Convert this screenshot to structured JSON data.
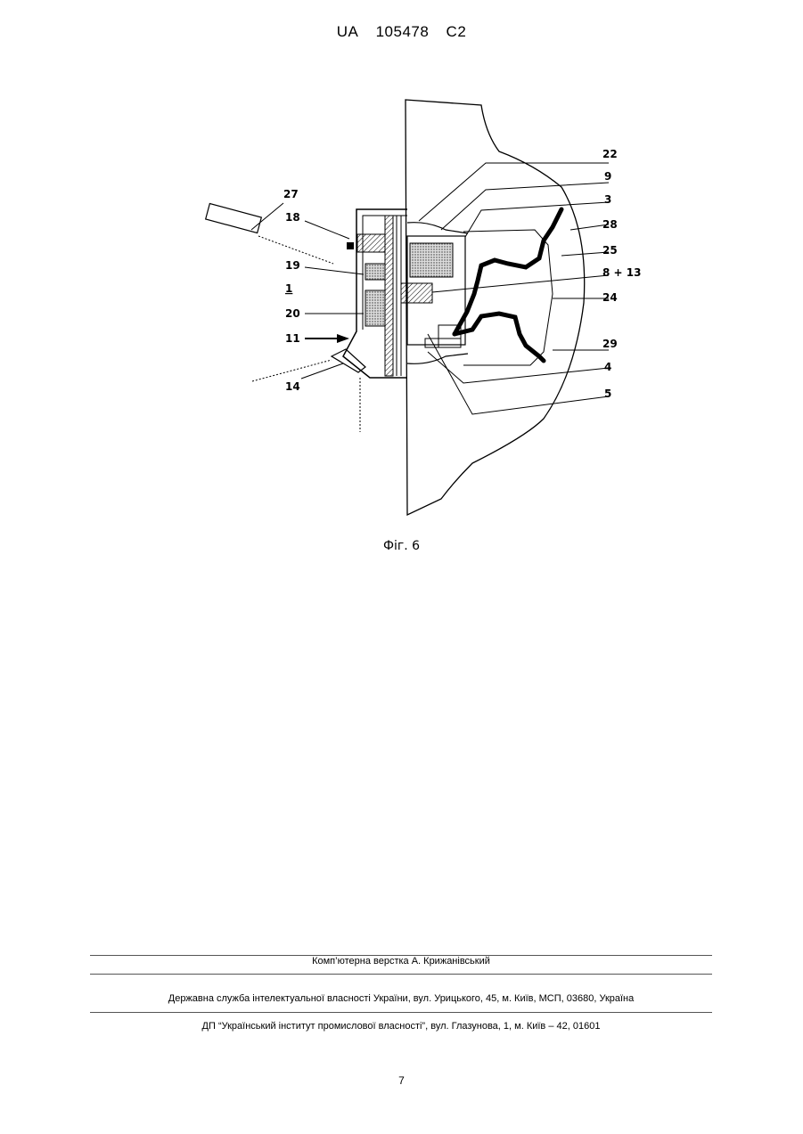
{
  "header": {
    "country": "UA",
    "number": "105478",
    "kind": "C2"
  },
  "figure": {
    "caption": "Фіг. 6",
    "labels": {
      "l27": "27",
      "l18": "18",
      "l19": "19",
      "l1": "1",
      "l20": "20",
      "l11": "11",
      "l14": "14",
      "l22": "22",
      "l9": "9",
      "l3": "3",
      "l28": "28",
      "l25": "25",
      "l8_13": "8 + 13",
      "l24": "24",
      "l29": "29",
      "l4": "4",
      "l5": "5"
    }
  },
  "footer": {
    "layout_credit": "Комп’ютерна верстка А. Крижанівський",
    "office": "Державна служба інтелектуальної власності України, вул. Урицького, 45, м. Київ, МСП, 03680, Україна",
    "institute": "ДП “Український інститут промислової власності”, вул. Глазунова, 1, м. Київ – 42, 01601"
  },
  "page_number": "7"
}
